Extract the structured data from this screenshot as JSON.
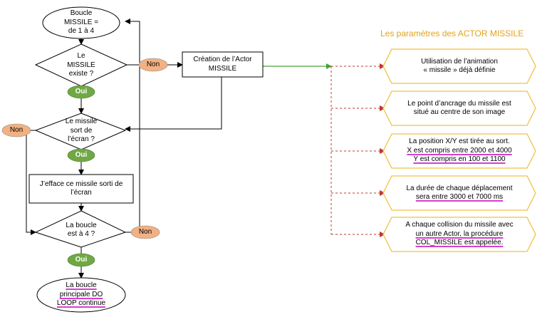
{
  "title": "Les paramètres des ACTOR MISSILE",
  "nodes": {
    "loop_start": "Boucle\nMISSILE =\nde 1 à 4",
    "missile_exists": "Le\nMISSILE\nexiste ?",
    "missile_out": "Le missile\nsort de\nl’écran ?",
    "erase": "J’efface ce missile sorti de\nl’écran",
    "loop_end": "La boucle\nest à 4 ?",
    "create_actor": "Création de l’Actor\nMISSILE",
    "main_loop": [
      "La boucle",
      "principale DO",
      "LOOP continue"
    ]
  },
  "badges": {
    "non": "Non",
    "oui": "Oui"
  },
  "params": [
    {
      "lines": [
        "Utilisation de l’animation",
        "« missile » déjà définie"
      ]
    },
    {
      "lines": [
        "Le point d’ancrage du missile est",
        "situé au centre de son image"
      ]
    },
    {
      "lines": [
        "La position X/Y est tirée au sort.",
        "X est compris entre 2000 et 4000",
        "Y est compris en 100 et 1100"
      ]
    },
    {
      "lines": [
        "La durée de chaque déplacement",
        "sera entre 3000 et 7000 ms"
      ]
    },
    {
      "lines": [
        "A chaque collision du missile avec",
        "un autre Actor, la procédure",
        "COL_MISSILE est appelée."
      ]
    }
  ],
  "colors": {
    "oui_fill": "#70a845",
    "non_fill": "#f2b183",
    "hex_border": "#f2c144",
    "title": "#e3a21a",
    "green_arrow": "#44a335",
    "red_dash": "#c0392b",
    "underline": "#d63fd0"
  }
}
